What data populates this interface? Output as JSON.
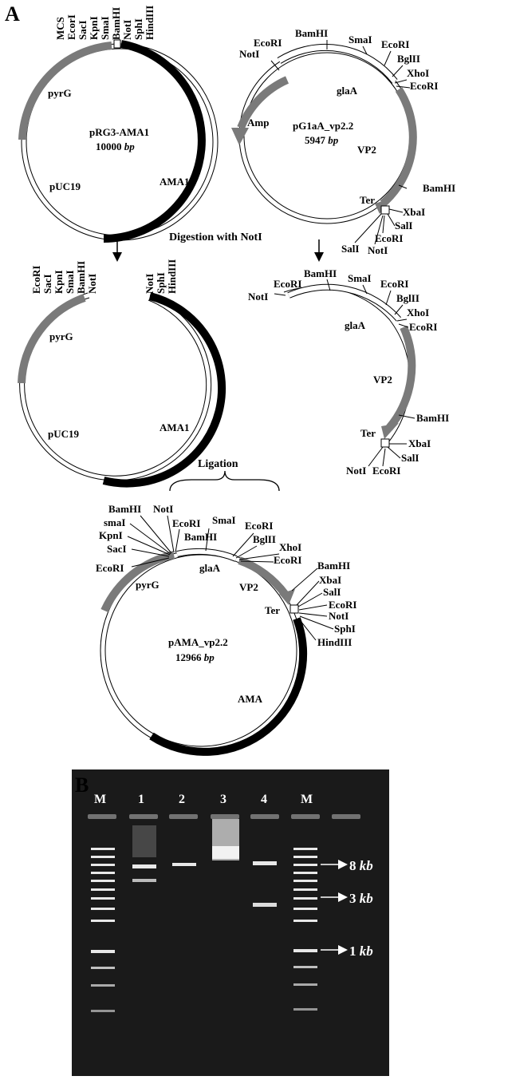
{
  "panelA": {
    "letter": "A",
    "plasmid1": {
      "name": "pRG3-AMA1",
      "size_num": "10000",
      "size_unit": "bp",
      "features": [
        "pyrG",
        "AMA1",
        "pUC19"
      ],
      "mcs_sites": [
        "MCS",
        "EcorI",
        "SacI",
        "KpnI",
        "SmaI",
        "BamHI",
        "NotI",
        "SphI",
        "HindIII"
      ]
    },
    "plasmid2": {
      "name": "pG1aA_vp2.2",
      "size_num": "5947",
      "size_unit": "bp",
      "features": [
        "glaA",
        "Amp",
        "VP2",
        "Ter"
      ],
      "sites_top": [
        "NotI",
        "EcoRI",
        "BamHI",
        "SmaI",
        "EcoRI",
        "BglII",
        "XhoI",
        "EcoRI"
      ],
      "sites_bottom": [
        "BamHI",
        "XbaI",
        "SalI",
        "EcoRI",
        "NotI",
        "SalI"
      ]
    },
    "step1": "Digestion with NotI",
    "digested1": {
      "features": [
        "pyrG",
        "AMA1",
        "pUC19"
      ],
      "left_sites": [
        "EcoRI",
        "SacI",
        "KpnI",
        "SmaI",
        "BamHI",
        "NotI"
      ],
      "right_sites": [
        "NotI",
        "SphI",
        "HindIII"
      ]
    },
    "insert": {
      "features": [
        "glaA",
        "VP2",
        "Ter"
      ],
      "sites_top": [
        "NotI",
        "EcoRI",
        "BamHI",
        "SmaI",
        "EcoRI",
        "BglII",
        "XhoI",
        "EcoRI"
      ],
      "sites_bottom": [
        "BamHI",
        "XbaI",
        "SalI",
        "NotI",
        "EcoRI"
      ]
    },
    "step2": "Ligation",
    "plasmid3": {
      "name": "pAMA_vp2.2",
      "size_num": "12966",
      "size_unit": "bp",
      "features": [
        "pyrG",
        "glaA",
        "VP2",
        "Ter",
        "AMA"
      ],
      "sites_left": [
        "BamHI",
        "smaI",
        "KpnI",
        "SacI",
        "EcoRI"
      ],
      "sites_top": [
        "NotI",
        "EcoRI",
        "BamHI",
        "SmaI",
        "EcoRI",
        "BglII",
        "XhoI",
        "EcoRI"
      ],
      "sites_right": [
        "BamHI",
        "XbaI",
        "SalI",
        "EcoRI",
        "NotI",
        "SphI",
        "HindIII"
      ]
    }
  },
  "panelB": {
    "letter": "B",
    "lanes": [
      "M",
      "1",
      "2",
      "3",
      "4",
      "M"
    ],
    "markers": [
      {
        "value": "8",
        "unit": "kb"
      },
      {
        "value": "3",
        "unit": "kb"
      },
      {
        "value": "1",
        "unit": "kb"
      }
    ]
  }
}
